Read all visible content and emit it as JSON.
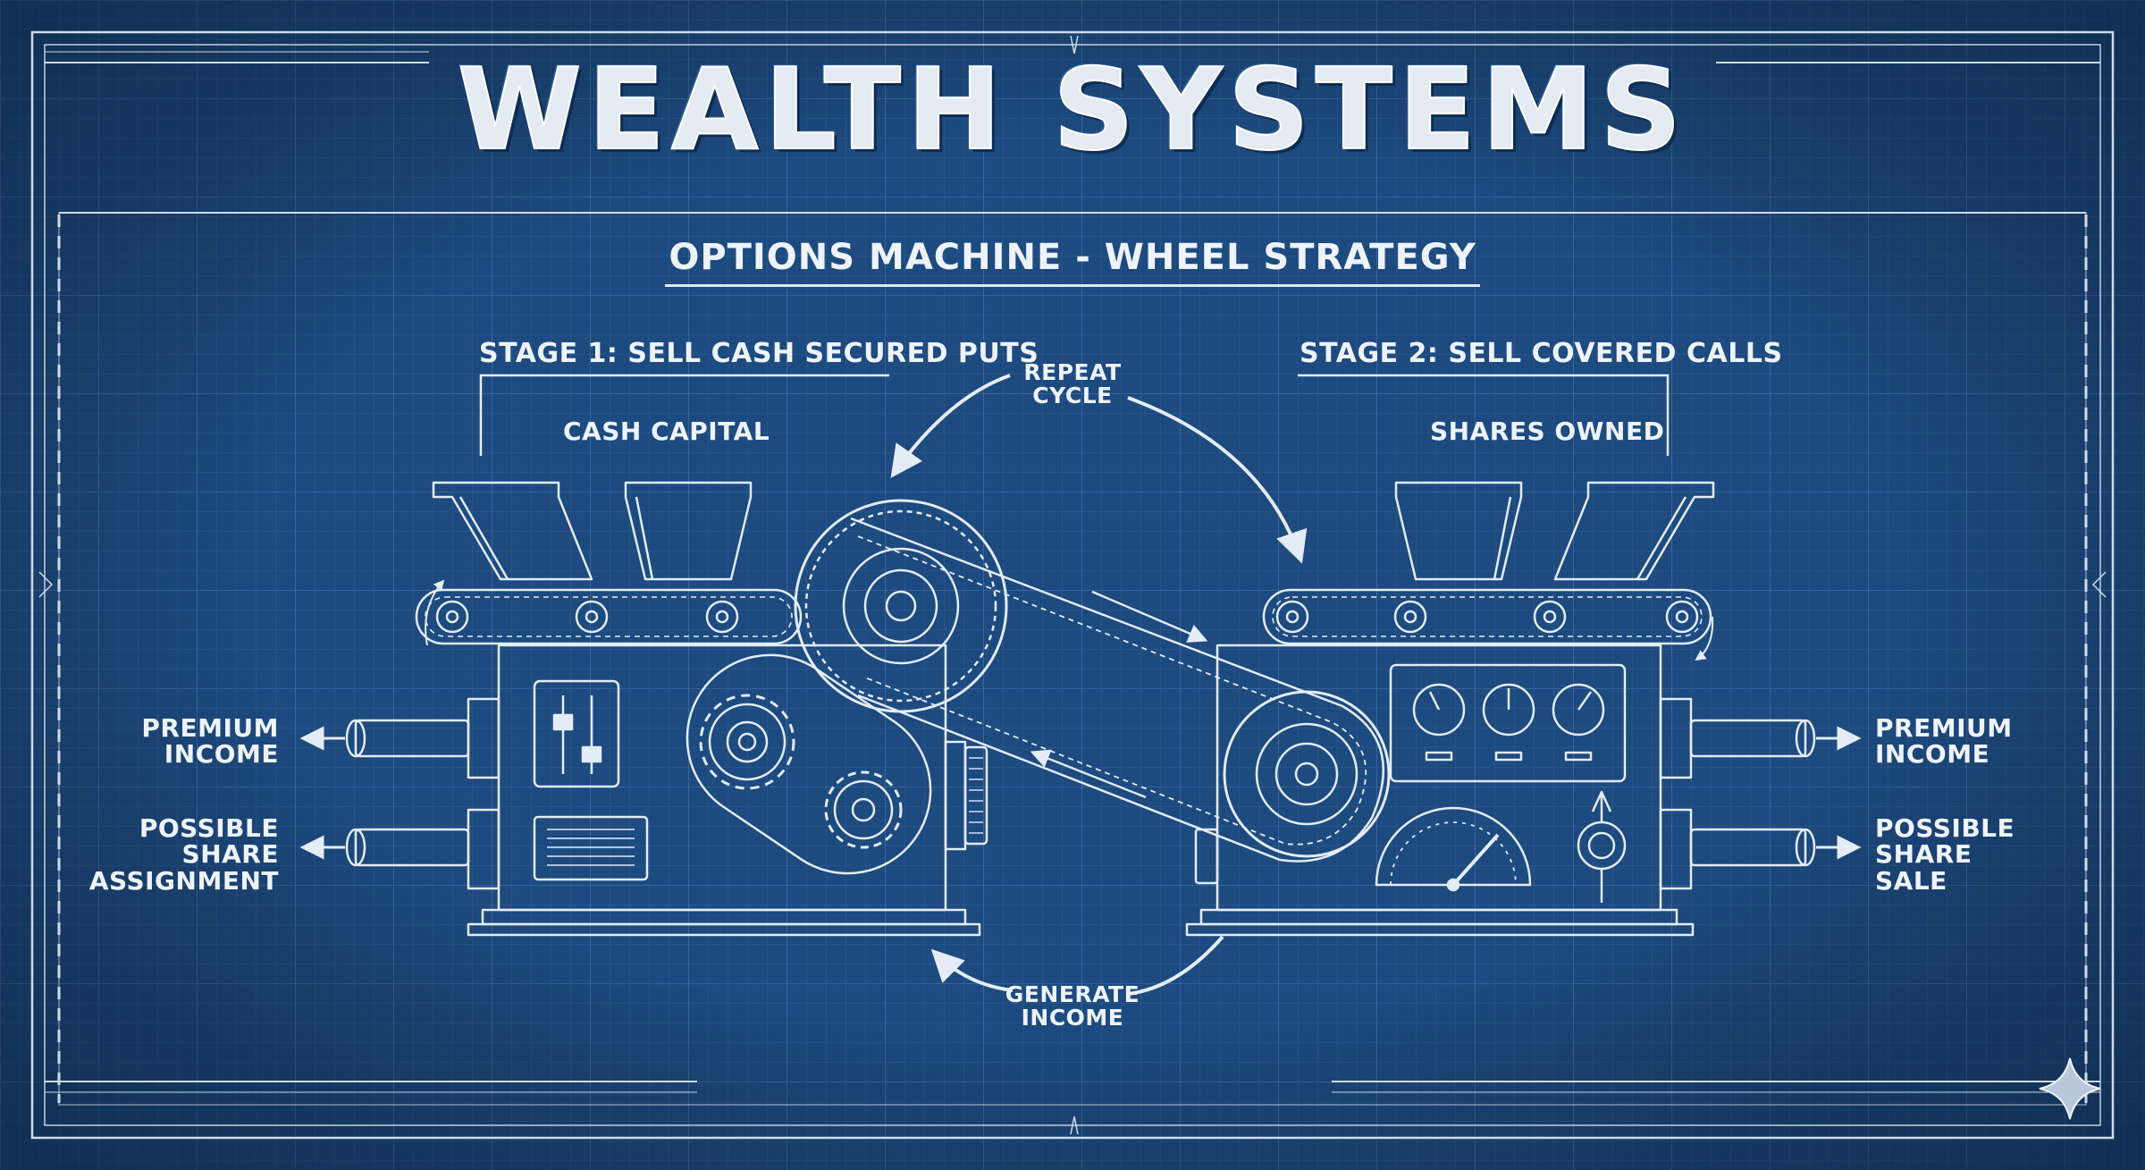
{
  "title": "WEALTH SYSTEMS",
  "subtitle": "OPTIONS MACHINE - WHEEL STRATEGY",
  "stage1": {
    "title": "STAGE 1: SELL CASH SECURED PUTS",
    "input": "CASH CAPITAL",
    "output_top": "PREMIUM INCOME",
    "output_bottom": "POSSIBLE SHARE ASSIGNMENT"
  },
  "stage2": {
    "title": "STAGE 2: SELL COVERED CALLS",
    "input": "SHARES OWNED",
    "output_top": "PREMIUM INCOME",
    "output_bottom": "POSSIBLE SHARE SALE"
  },
  "cycle": {
    "top": "REPEAT CYCLE",
    "bottom": "GENERATE INCOME"
  },
  "colors": {
    "background": "#1d4a7f",
    "grid_minor": "#2c5a90",
    "grid_major": "#3a6aa2",
    "line": "#e4ecf5"
  },
  "icons": [
    "sparkle-icon"
  ]
}
